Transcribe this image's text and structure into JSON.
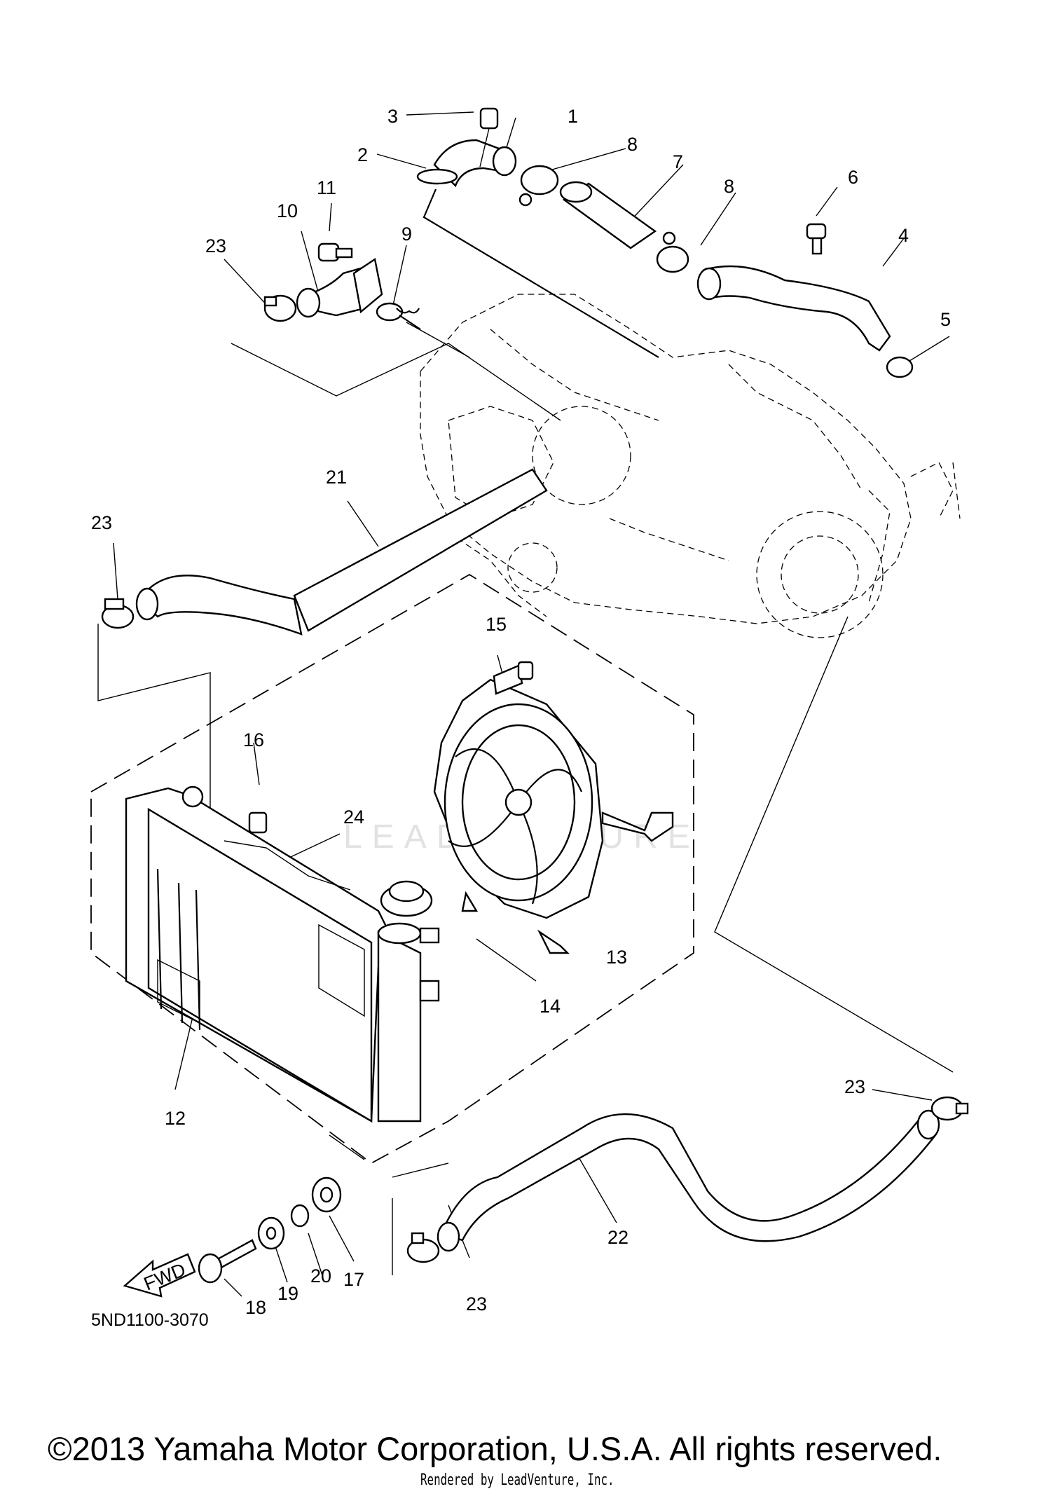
{
  "callouts": [
    "1",
    "2",
    "3",
    "4",
    "5",
    "6",
    "7",
    "8",
    "8",
    "9",
    "10",
    "11",
    "12",
    "13",
    "14",
    "15",
    "16",
    "17",
    "18",
    "19",
    "20",
    "21",
    "22",
    "23",
    "23",
    "23",
    "23",
    "24"
  ],
  "fwd_label": "FWD",
  "watermark": "LEADVENTURE",
  "diagram_code": "5ND1100-3070",
  "copyright": "©2013 Yamaha Motor Corporation, U.S.A. All rights reserved.",
  "rendered_by": "Rendered by LeadVenture, Inc."
}
